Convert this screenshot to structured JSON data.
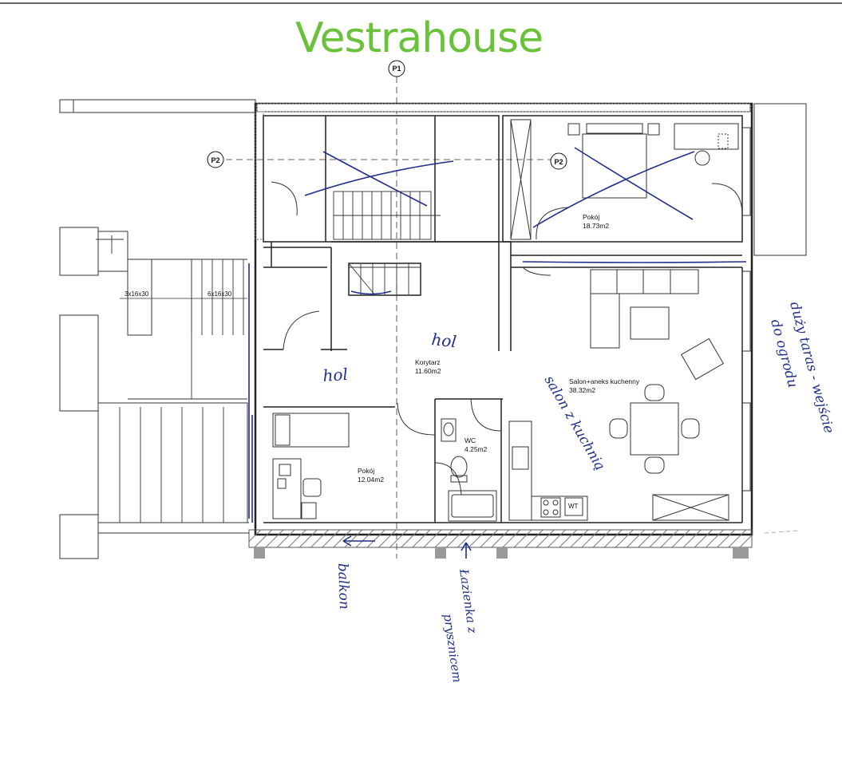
{
  "logo": {
    "text": "Vestrahouse",
    "color": "#6ac13a"
  },
  "section_markers": {
    "p1": "P1",
    "p2_left": "P2",
    "p2_right": "P2"
  },
  "stairs": {
    "left_dim": "3x16x30",
    "right_dim": "6x16x30"
  },
  "rooms": [
    {
      "name": "Pokój",
      "area": "18.73m2"
    },
    {
      "name": "Korytarz",
      "area": "11.60m2"
    },
    {
      "name": "Salon+aneks kuchenny",
      "area": "38.32m2"
    },
    {
      "name": "WC",
      "area": "4.25m2"
    },
    {
      "name": "Pokój",
      "area": "12.04m2"
    }
  ],
  "appliance_label": "WT",
  "handwritten": {
    "hol_1": "hol",
    "hol_2": "hol",
    "salon": "salon z kuchnią",
    "right_note_1": "duży taras - wejście",
    "right_note_2": "do ogrodu",
    "bottom_left": "balkon",
    "bottom_center_1": "Łazienka z",
    "bottom_center_2": "prysznicem"
  },
  "colors": {
    "ink": "#1f2f8a",
    "line": "#222222",
    "hatch": "#888888"
  }
}
